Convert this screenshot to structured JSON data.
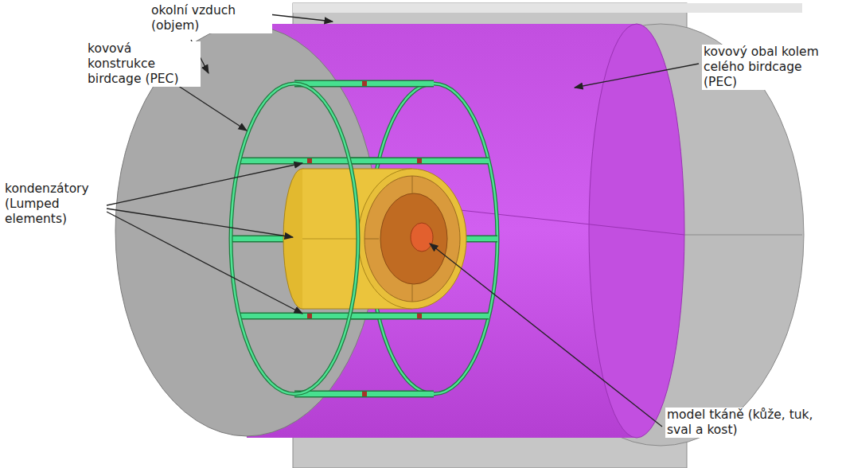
{
  "diagram": {
    "labels": [
      "okolní vzduch (objem)",
      "kovová konstrukce birdcage (PEC)",
      "kondenzátory (Lumped elements)",
      "kovový obal kolem celého birdcage (PEC)",
      "model tkáně (kůže, tuk, sval a kost)"
    ]
  }
}
